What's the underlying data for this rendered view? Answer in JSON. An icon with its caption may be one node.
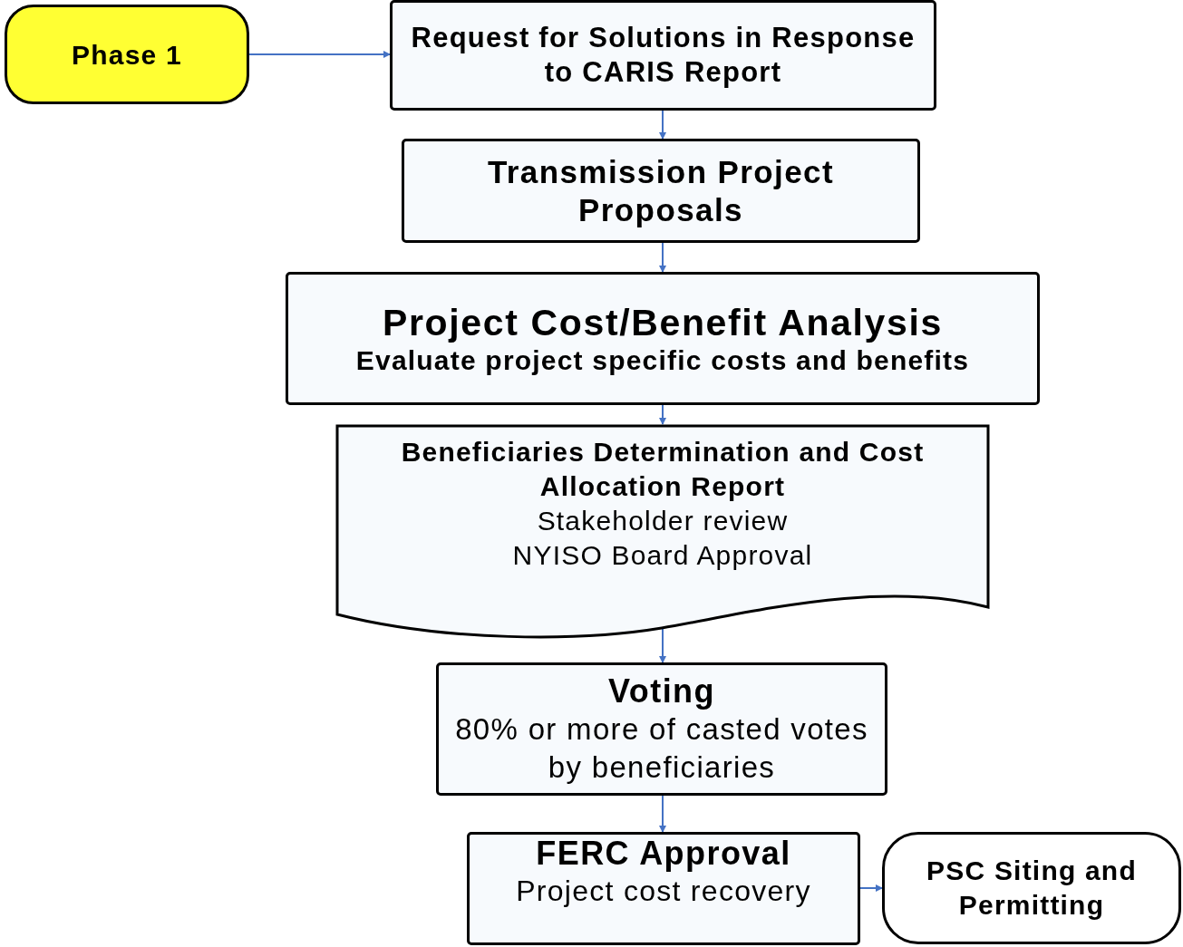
{
  "diagram": {
    "nodes": [
      {
        "text": [
          "Phase 1"
        ]
      },
      {
        "text": [
          "Request for Solutions in Response to CARIS Report"
        ]
      },
      {
        "text": [
          "Transmission Project Proposals"
        ]
      },
      {
        "text": [
          "Project Cost/Benefit Analysis",
          "Evaluate project specific costs and benefits"
        ]
      },
      {
        "text": [
          "Beneficiaries Determination and Cost Allocation Report",
          "Stakeholder review",
          "NYISO Board Approval"
        ]
      },
      {
        "text": [
          "Voting",
          "80% or more of casted votes by beneficiaries"
        ]
      },
      {
        "text": [
          "FERC Approval",
          "Project cost recovery"
        ]
      },
      {
        "text": [
          "PSC Siting and Permitting"
        ]
      }
    ],
    "edges": [
      {
        "from": 0,
        "to": 1,
        "arrow": "to"
      },
      {
        "from": 1,
        "to": 2,
        "arrow": "to"
      },
      {
        "from": 2,
        "to": 3,
        "arrow": "to"
      },
      {
        "from": 3,
        "to": 4,
        "arrow": "to"
      },
      {
        "from": 4,
        "to": 5,
        "arrow": "to"
      },
      {
        "from": 5,
        "to": 6,
        "arrow": "to"
      },
      {
        "from": 6,
        "to": 7,
        "arrow": "to"
      }
    ]
  }
}
